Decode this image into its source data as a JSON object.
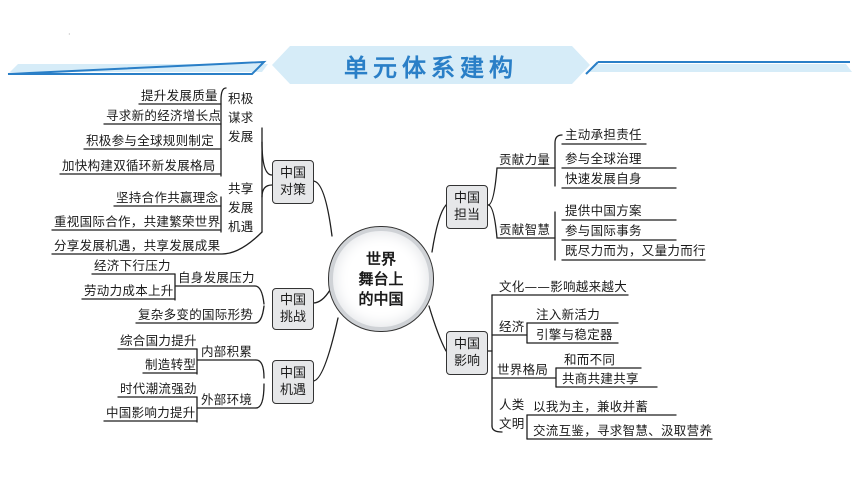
{
  "title": "单元体系建构",
  "center": "世界\n舞台上\n的中国",
  "colors": {
    "banner_light": "#d6ecf8",
    "banner_dark": "#2a7fc7",
    "node_fill": "#e6e7e9",
    "line": "#1f1f1f"
  },
  "left": {
    "duice": {
      "label": "中国\n对策",
      "group1_label": "积极\n谋求\n发展",
      "group1_items": [
        "提升发展质量",
        "寻求新的经济增长点",
        "积极参与全球规则制定",
        "加快构建双循环新发展格局"
      ],
      "group2_label": "共享\n发展\n机遇",
      "group2_items": [
        "坚持合作共赢理念",
        "重视国际合作，共建繁荣世界"
      ],
      "direct_item": "分享发展机遇，共享发展成果"
    },
    "tiaozhan": {
      "label": "中国\n挑战",
      "group1_label": "自身发展压力",
      "group1_items": [
        "经济下行压力",
        "劳动力成本上升"
      ],
      "direct_item": "复杂多变的国际形势"
    },
    "jiyu": {
      "label": "中国\n机遇",
      "group1_label": "内部积累",
      "group1_items": [
        "综合国力提升",
        "制造转型"
      ],
      "group2_label": "外部环境",
      "group2_items": [
        "时代潮流强劲",
        "中国影响力提升"
      ]
    }
  },
  "right": {
    "dandang": {
      "label": "中国\n担当",
      "group1_label": "贡献力量",
      "group1_items": [
        "主动承担责任",
        "参与全球治理",
        "快速发展自身"
      ],
      "group2_label": "贡献智慧",
      "group2_items": [
        "提供中国方案",
        "参与国际事务",
        "既尽力而为，又量力而行"
      ]
    },
    "yingxiang": {
      "label": "中国\n影响",
      "culture": "文化——影响越来越大",
      "econ_label": "经济",
      "econ_items": [
        "注入新活力",
        "引擎与稳定器"
      ],
      "geju_label": "世界格局",
      "geju_items": [
        "和而不同",
        "共商共建共享"
      ],
      "renlei_label": "人类\n文明",
      "renlei_items": [
        "以我为主，兼收并蓄",
        "交流互鉴，寻求智慧、汲取营养"
      ]
    }
  }
}
